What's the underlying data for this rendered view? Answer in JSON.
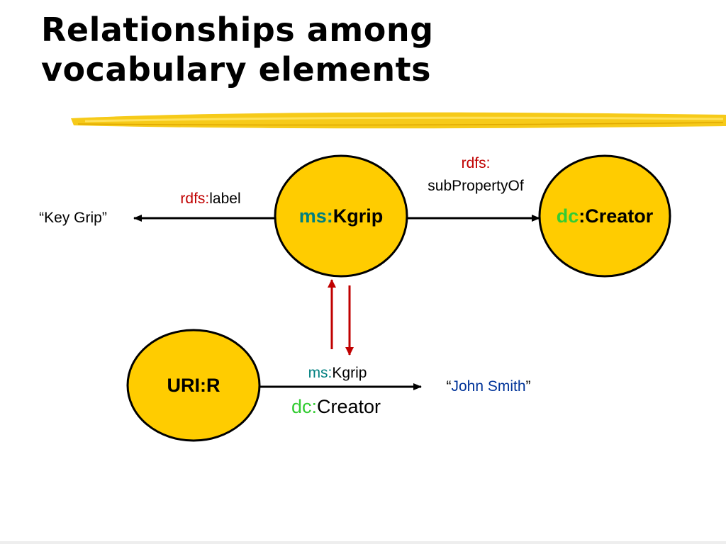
{
  "slide": {
    "title_line1": "Relationships among",
    "title_line2": "vocabulary elements"
  },
  "colors": {
    "node_fill": "#FFCC00",
    "highlighter": "#F5C400",
    "rdfs_prefix": "#C00000",
    "ms_prefix": "#008080",
    "dc_prefix": "#33CC33",
    "literal_value": "#003399",
    "mapping_arrows": "#C00000"
  },
  "diagram": {
    "node_kgrip": {
      "prefix": "ms:",
      "name": "Kgrip"
    },
    "node_creator": {
      "prefix": "dc",
      "name": ":Creator"
    },
    "node_uri": {
      "label": "URI:R"
    },
    "literal_keygrip": "“Key Grip”",
    "literal_johnsmith": {
      "open_quote": "“",
      "value": "John Smith",
      "close_quote": "”"
    },
    "edge_label": {
      "prefix": "rdfs:",
      "name": "label"
    },
    "edge_subproperty": {
      "prefix": "rdfs:",
      "name": "subPropertyOf"
    },
    "edge_uri_ms": {
      "prefix": "ms:",
      "name": "Kgrip"
    },
    "edge_uri_dc": {
      "prefix": "dc:",
      "name": "Creator"
    }
  }
}
